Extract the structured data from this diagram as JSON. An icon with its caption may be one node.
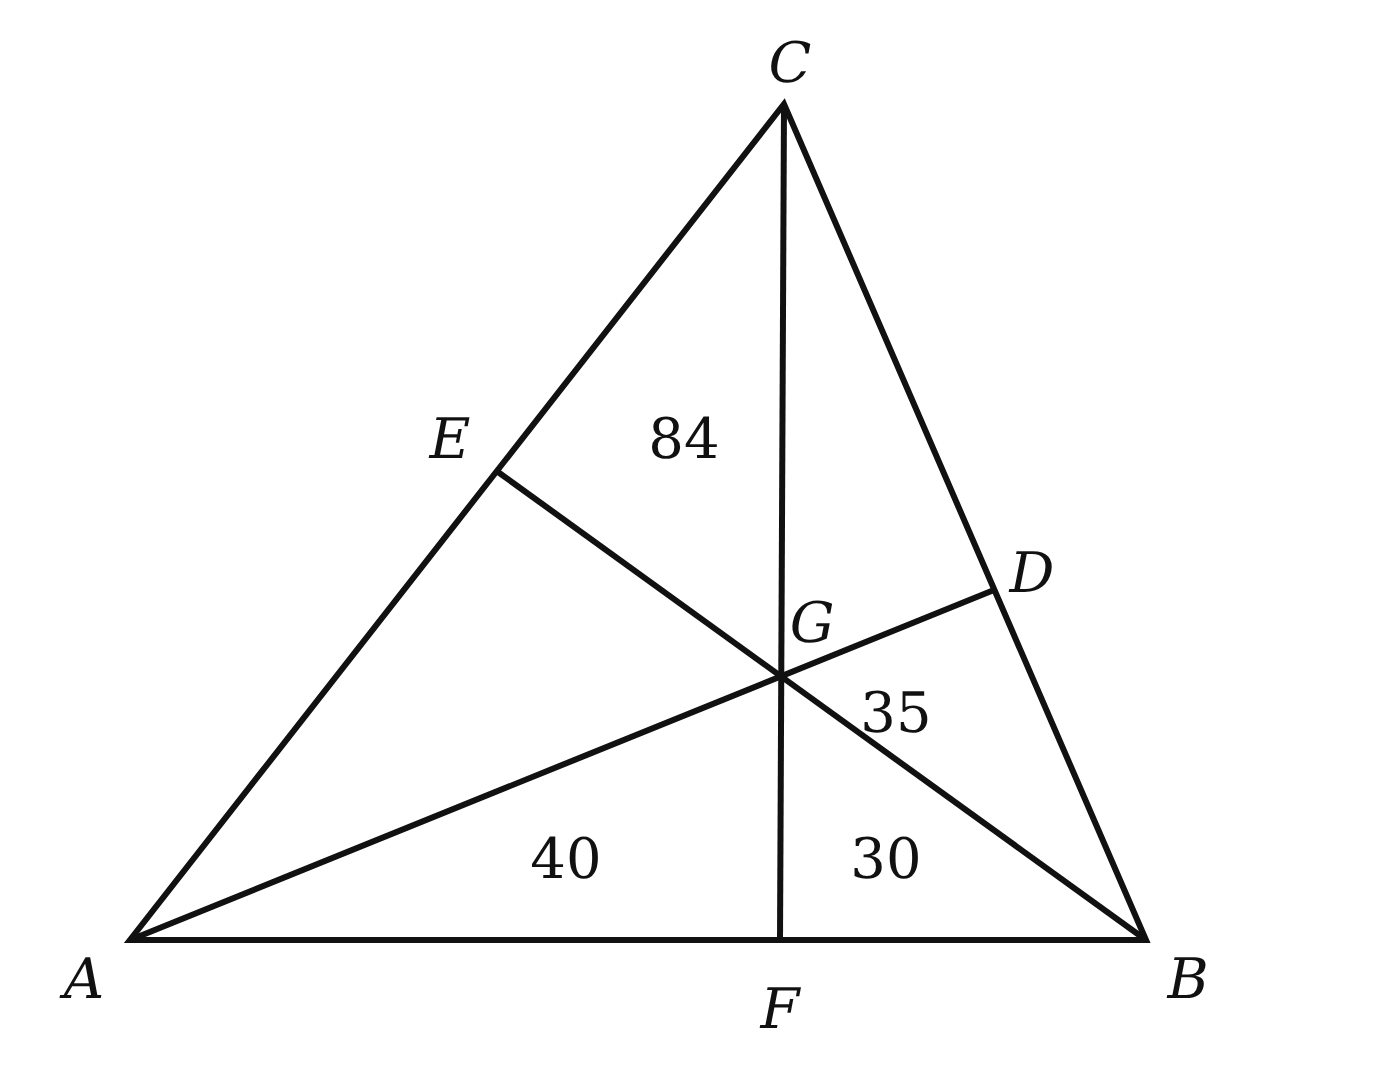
{
  "diagram": {
    "labels": [
      "C",
      "E",
      "84",
      "D",
      "G",
      "35",
      "40",
      "30",
      "A",
      "B",
      "F"
    ]
  }
}
